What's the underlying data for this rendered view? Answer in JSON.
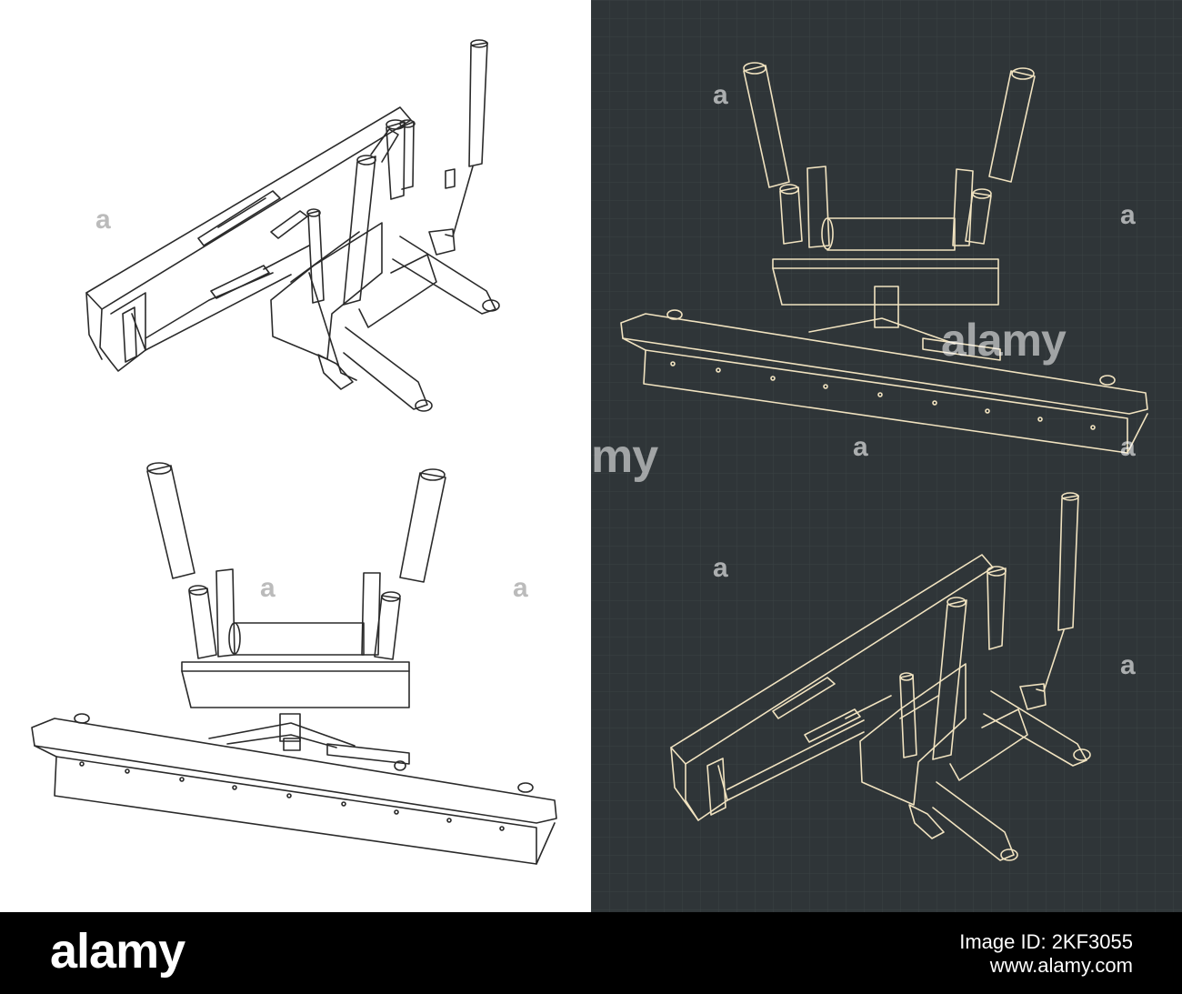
{
  "colors": {
    "light_bg": "#ffffff",
    "dark_bg": "#2f3538",
    "line_dark": "#2a2a2a",
    "line_light": "#f1e3c0",
    "grid": "#3b4245",
    "footer_bg": "#000000"
  },
  "watermark": {
    "brand": "alamy",
    "fragment_left": "my",
    "fragment_a": "a"
  },
  "footer": {
    "logo": "alamy",
    "image_id": "Image ID: 2KF3055",
    "site": "www.alamy.com"
  }
}
